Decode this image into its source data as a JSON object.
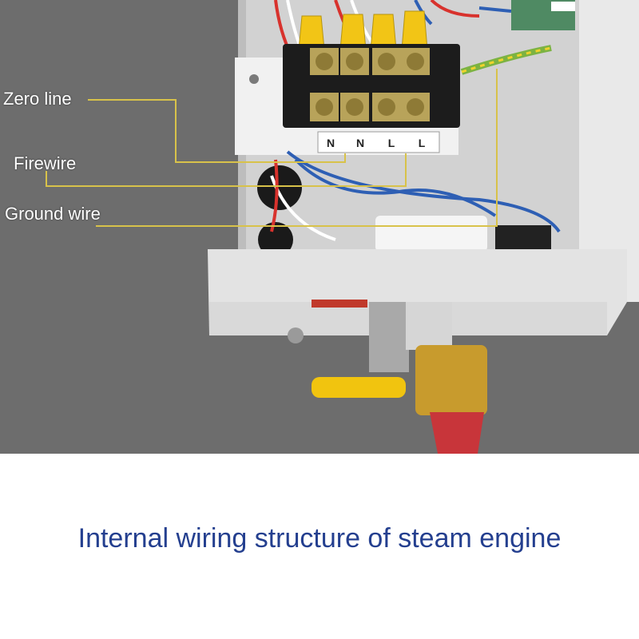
{
  "labels": {
    "zero_line": "Zero line",
    "firewire": "Firewire",
    "ground_wire": "Ground wire"
  },
  "terminal_marks": [
    "N",
    "N",
    "L",
    "L"
  ],
  "caption": "Internal wiring structure of steam engine",
  "colors": {
    "background": "#6e6e6e",
    "caption": "#243f8f",
    "leader_line": "#d8c24a",
    "panel": "#ececec",
    "valve_handle": "#f1c40f",
    "nozzle": "#c8353a"
  }
}
